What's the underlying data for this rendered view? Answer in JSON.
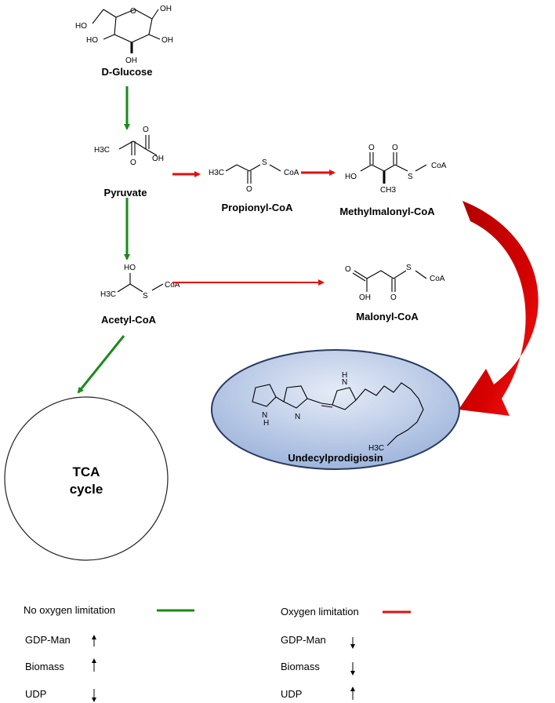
{
  "compounds": {
    "glucose": "D-Glucose",
    "pyruvate": "Pyruvate",
    "propionyl": "Propionyl-CoA",
    "methylmalonyl": "Methylmalonyl-CoA",
    "acetyl": "Acetyl-CoA",
    "malonyl": "Malonyl-CoA",
    "product": "Undecylprodigiosin",
    "tca_line1": "TCA",
    "tca_line2": "cycle"
  },
  "atoms": {
    "ho": "HO",
    "oh": "OH",
    "o": "O",
    "s": "S",
    "coa": "CoA",
    "h3c": "H3C",
    "ch3": "CH3",
    "n": "N",
    "h": "H"
  },
  "legend": {
    "left": {
      "title": "No oxygen limitation",
      "color": "#1a8a1a",
      "items": [
        {
          "label": "GDP-Man",
          "direction": "up"
        },
        {
          "label": "Biomass",
          "direction": "up"
        },
        {
          "label": "UDP",
          "direction": "down"
        }
      ]
    },
    "right": {
      "title": "Oxygen limitation",
      "color": "#e01010",
      "items": [
        {
          "label": "GDP-Man",
          "direction": "down"
        },
        {
          "label": "Biomass",
          "direction": "down"
        },
        {
          "label": "UDP",
          "direction": "up"
        }
      ]
    }
  },
  "colors": {
    "green": "#1a8a1a",
    "red": "#e01010",
    "dark_red": "#b00000",
    "ellipse_fill": "#b8c9e6"
  }
}
